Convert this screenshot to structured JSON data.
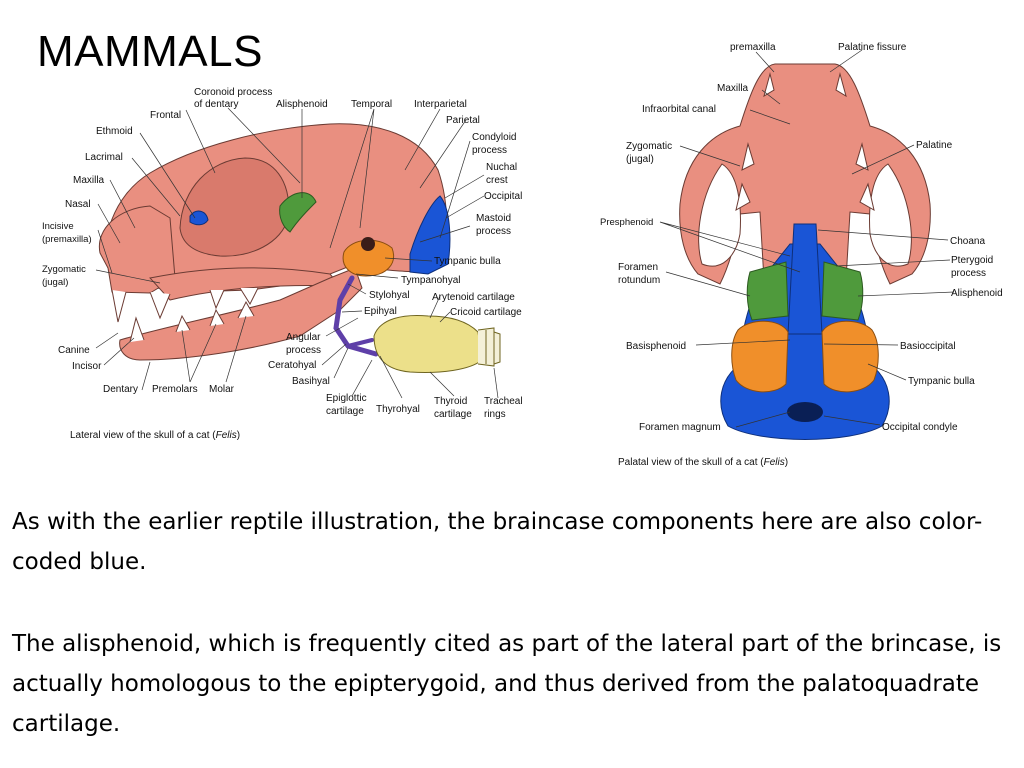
{
  "slide": {
    "title": "MAMMALS"
  },
  "lateral": {
    "caption_pre": "Lateral view of the skull of a cat (",
    "caption_taxon": "Felis",
    "caption_post": ")",
    "labels": {
      "coronoid_1": "Coronoid process",
      "coronoid_2": "of dentary",
      "frontal": "Frontal",
      "alisphenoid": "Alisphenoid",
      "temporal": "Temporal",
      "interparietal": "Interparietal",
      "parietal": "Parietal",
      "ethmoid": "Ethmoid",
      "condyloid_1": "Condyloid",
      "condyloid_2": "process",
      "lacrimal": "Lacrimal",
      "nuchal_1": "Nuchal",
      "nuchal_2": "crest",
      "maxilla": "Maxilla",
      "occipital": "Occipital",
      "nasal": "Nasal",
      "mastoid_1": "Mastoid",
      "mastoid_2": "process",
      "incisive_1": "Incisive",
      "incisive_2": "(premaxilla)",
      "tympanic_bulla": "Tympanic bulla",
      "zygomatic_1": "Zygomatic",
      "zygomatic_2": "(jugal)",
      "tympanohyal": "Tympanohyal",
      "stylohyal": "Stylohyal",
      "arytenoid": "Arytenoid cartilage",
      "epihyal": "Epihyal",
      "cricoid": "Cricoid cartilage",
      "angular_1": "Angular",
      "angular_2": "process",
      "canine": "Canine",
      "ceratohyal": "Ceratohyal",
      "incisor": "Incisor",
      "basihyal": "Basihyal",
      "dentary": "Dentary",
      "premolars": "Premolars",
      "molar": "Molar",
      "epiglottic_1": "Epiglottic",
      "epiglottic_2": "cartilage",
      "thyrohyal": "Thyrohyal",
      "thyroid_1": "Thyroid",
      "thyroid_2": "cartilage",
      "tracheal_1": "Tracheal",
      "tracheal_2": "rings"
    }
  },
  "palatal": {
    "caption_pre": "Palatal view of the skull of a cat (",
    "caption_taxon": "Felis",
    "caption_post": ")",
    "labels": {
      "premaxilla": "premaxilla",
      "palatine_fissure": "Palatine fissure",
      "maxilla": "Maxilla",
      "infraorbital": "Infraorbital canal",
      "zygomatic_1": "Zygomatic",
      "zygomatic_2": "(jugal)",
      "palatine": "Palatine",
      "presphenoid": "Presphenoid",
      "choana": "Choana",
      "foramen_rotundum_1": "Foramen",
      "foramen_rotundum_2": "rotundum",
      "pterygoid_1": "Pterygoid",
      "pterygoid_2": "process",
      "alisphenoid": "Alisphenoid",
      "basisphenoid": "Basisphenoid",
      "basioccipital": "Basioccipital",
      "tympanic_bulla": "Tympanic bulla",
      "foramen_magnum": "Foramen magnum",
      "occipital_condyle": "Occipital condyle"
    }
  },
  "body": {
    "paragraph_1": "As with the earlier reptile illustration, the braincase components here are also color-coded blue.",
    "paragraph_2": "The alisphenoid, which is frequently cited as part of the lateral part of the brincase, is actually homologous to the epipterygoid, and thus derived from the palatoquadrate cartilage."
  },
  "colors": {
    "bone": "#e98f80",
    "braincase_blue": "#1a55d6",
    "alisphenoid_green": "#4f9a3c",
    "bulla_orange": "#f08f2a",
    "hyoid_purple": "#5e3fa8",
    "larynx_yellow": "#ece08a"
  }
}
